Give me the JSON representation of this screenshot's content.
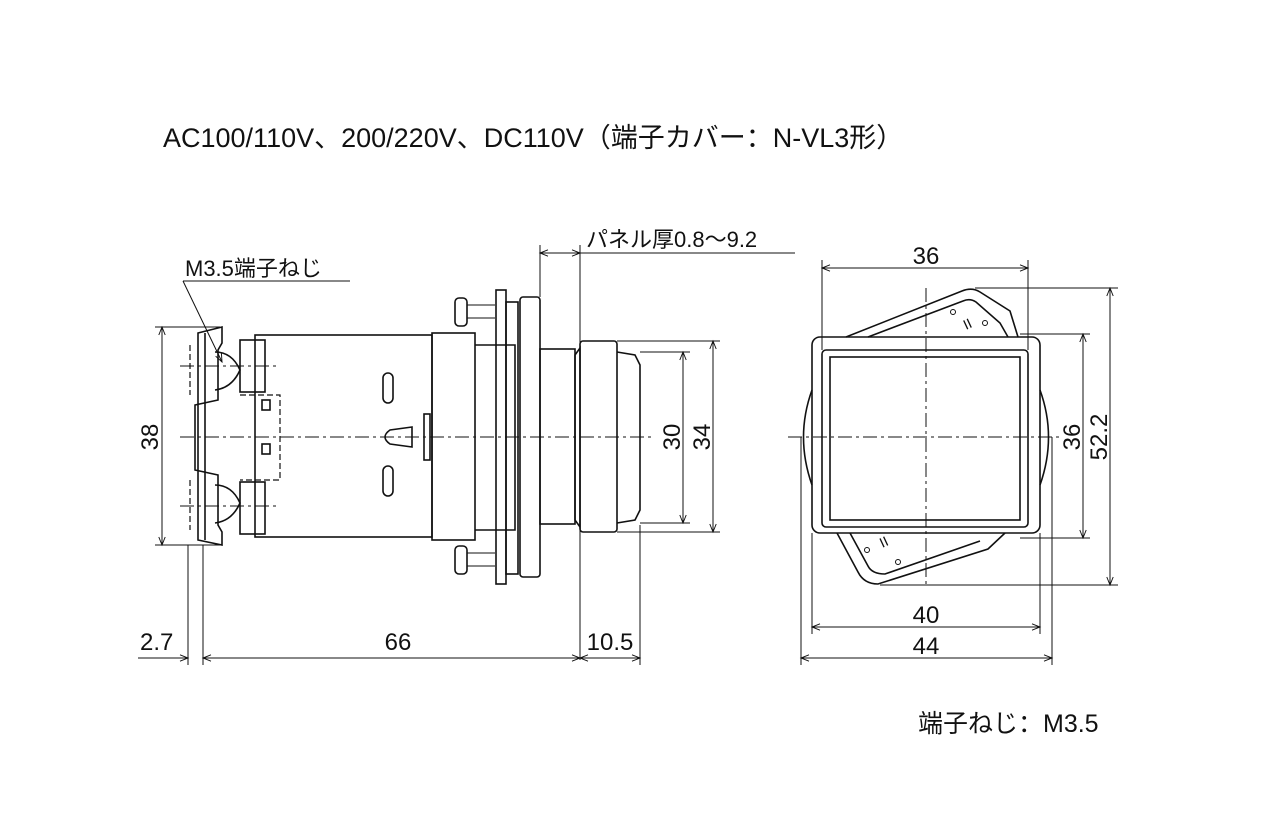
{
  "title": "AC100/110V、200/220V、DC110V（端子カバー：N-VL3形）",
  "side_view": {
    "terminal_label": "M3.5端子ねじ",
    "panel_label": "パネル厚0.8〜9.2",
    "dim_height": "38",
    "dim_cover": "2.7",
    "dim_body": "66",
    "dim_front": "10.5",
    "dim_lens": "30",
    "dim_bezel": "34"
  },
  "front_view": {
    "dim_top_width": "36",
    "dim_height": "36",
    "dim_overall_height": "52.2",
    "dim_width": "40",
    "dim_overall_width": "44"
  },
  "note": "端子ねじ：M3.5"
}
